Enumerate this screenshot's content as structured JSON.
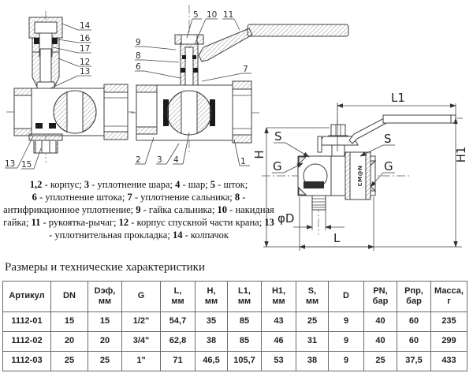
{
  "drawing": {
    "fig1": {
      "side_callouts": [
        "14",
        "16",
        "17",
        "12",
        "13"
      ],
      "bottom_callouts": [
        "13",
        "15"
      ]
    },
    "fig2": {
      "top_callouts": [
        "5",
        "10",
        "11"
      ],
      "left_callouts": [
        "9",
        "8",
        "6"
      ],
      "right_callout": "7",
      "bottom_callouts": [
        "2",
        "3",
        "4",
        "1"
      ]
    },
    "fig3": {
      "dim_l1": "L1",
      "dim_h1": "H1",
      "dim_h": "H",
      "dim_l": "L",
      "dim_d": "φD",
      "wrench_label": "S",
      "thread_label": "G",
      "brand": "CM@N"
    }
  },
  "legend": {
    "lines": [
      [
        "1,2",
        " - корпус; ",
        "3",
        " - уплотнение шара; ",
        "4",
        " - шар; ",
        "5",
        " - шток;"
      ],
      [
        "6",
        " - уплотнение штока; ",
        "7",
        " - уплотнение сальника; ",
        "8",
        " -"
      ],
      [
        "",
        "антифрикционное уплотнение; ",
        "9",
        " - гайка сальника; ",
        "10",
        " - накидная"
      ],
      [
        "",
        "гайка; ",
        "11",
        " - рукоятка-рычаг; ",
        "12",
        " - корпус спускной части крана; ",
        "13",
        ""
      ],
      [
        "",
        "- уплотнительная прокладка; ",
        "14",
        " - колпачок"
      ]
    ]
  },
  "table": {
    "title": "Размеры и технические характеристики",
    "headers": [
      "Артикул",
      "DN",
      "Dэф,\nмм",
      "G",
      "L,\nмм",
      "H,\nмм",
      "L1,\nмм",
      "H1,\nмм",
      "S,\nмм",
      "D",
      "PN,\nбар",
      "Рпр,\nбар",
      "Масса,\nг"
    ],
    "rows": [
      [
        "1112-01",
        "15",
        "15",
        "1/2\"",
        "54,7",
        "35",
        "85",
        "43",
        "25",
        "9",
        "40",
        "60",
        "235"
      ],
      [
        "1112-02",
        "20",
        "20",
        "3/4\"",
        "62,8",
        "38",
        "85",
        "46",
        "31",
        "9",
        "40",
        "60",
        "299"
      ],
      [
        "1112-03",
        "25",
        "25",
        "1\"",
        "71",
        "46,5",
        "105,7",
        "53",
        "38",
        "9",
        "25",
        "37,5",
        "433"
      ]
    ]
  }
}
